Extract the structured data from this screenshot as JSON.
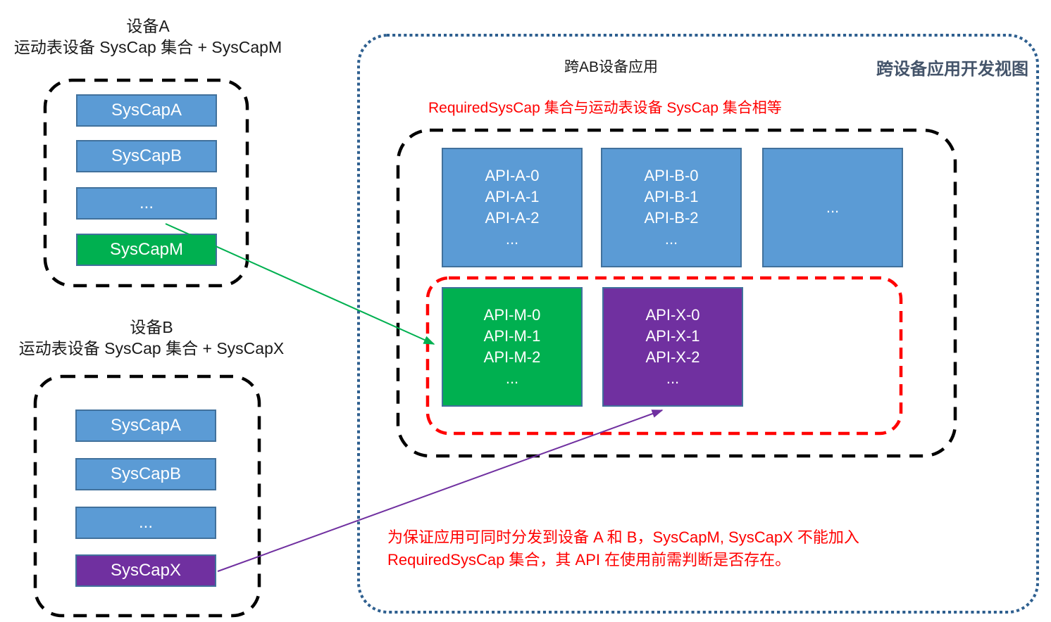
{
  "device_a": {
    "title": "设备A",
    "subtitle": "运动表设备 SysCap 集合 + SysCapM",
    "items": [
      {
        "label": "SysCapA",
        "type": "blue"
      },
      {
        "label": "SysCapB",
        "type": "blue"
      },
      {
        "label": "...",
        "type": "blue"
      },
      {
        "label": "SysCapM",
        "type": "green"
      }
    ]
  },
  "device_b": {
    "title": "设备B",
    "subtitle": "运动表设备 SysCap 集合 + SysCapX",
    "items": [
      {
        "label": "SysCapA",
        "type": "blue"
      },
      {
        "label": "SysCapB",
        "type": "blue"
      },
      {
        "label": "...",
        "type": "blue"
      },
      {
        "label": "SysCapX",
        "type": "purple"
      }
    ]
  },
  "app": {
    "title": "跨AB设备应用",
    "corner_label": "跨设备应用开发视图",
    "required_note": "RequiredSysCap 集合与运动表设备 SysCap 集合相等",
    "api_top": [
      {
        "lines": [
          "API-A-0",
          "API-A-1",
          "API-A-2",
          "..."
        ],
        "type": "blue"
      },
      {
        "lines": [
          "API-B-0",
          "API-B-1",
          "API-B-2",
          "..."
        ],
        "type": "blue"
      },
      {
        "lines": [
          "..."
        ],
        "type": "blue"
      }
    ],
    "api_opt": [
      {
        "lines": [
          "API-M-0",
          "API-M-1",
          "API-M-2",
          "..."
        ],
        "type": "green"
      },
      {
        "lines": [
          "API-X-0",
          "API-X-1",
          "API-X-2",
          "..."
        ],
        "type": "purple"
      }
    ],
    "note_line1": "为保证应用可同时分发到设备 A 和 B，SysCapM, SysCapX 不能加入",
    "note_line2": "RequiredSysCap 集合，其 API 在使用前需判断是否存在。"
  },
  "colors": {
    "blue_box": "#5B9BD5",
    "box_border": "#41719C",
    "green_box": "#00B050",
    "purple_box": "#7030A0",
    "red_accent": "#FF0000",
    "black_dash": "#000000",
    "dotted_container": "#2E5F8F",
    "corner_label_text": "#44546A"
  }
}
